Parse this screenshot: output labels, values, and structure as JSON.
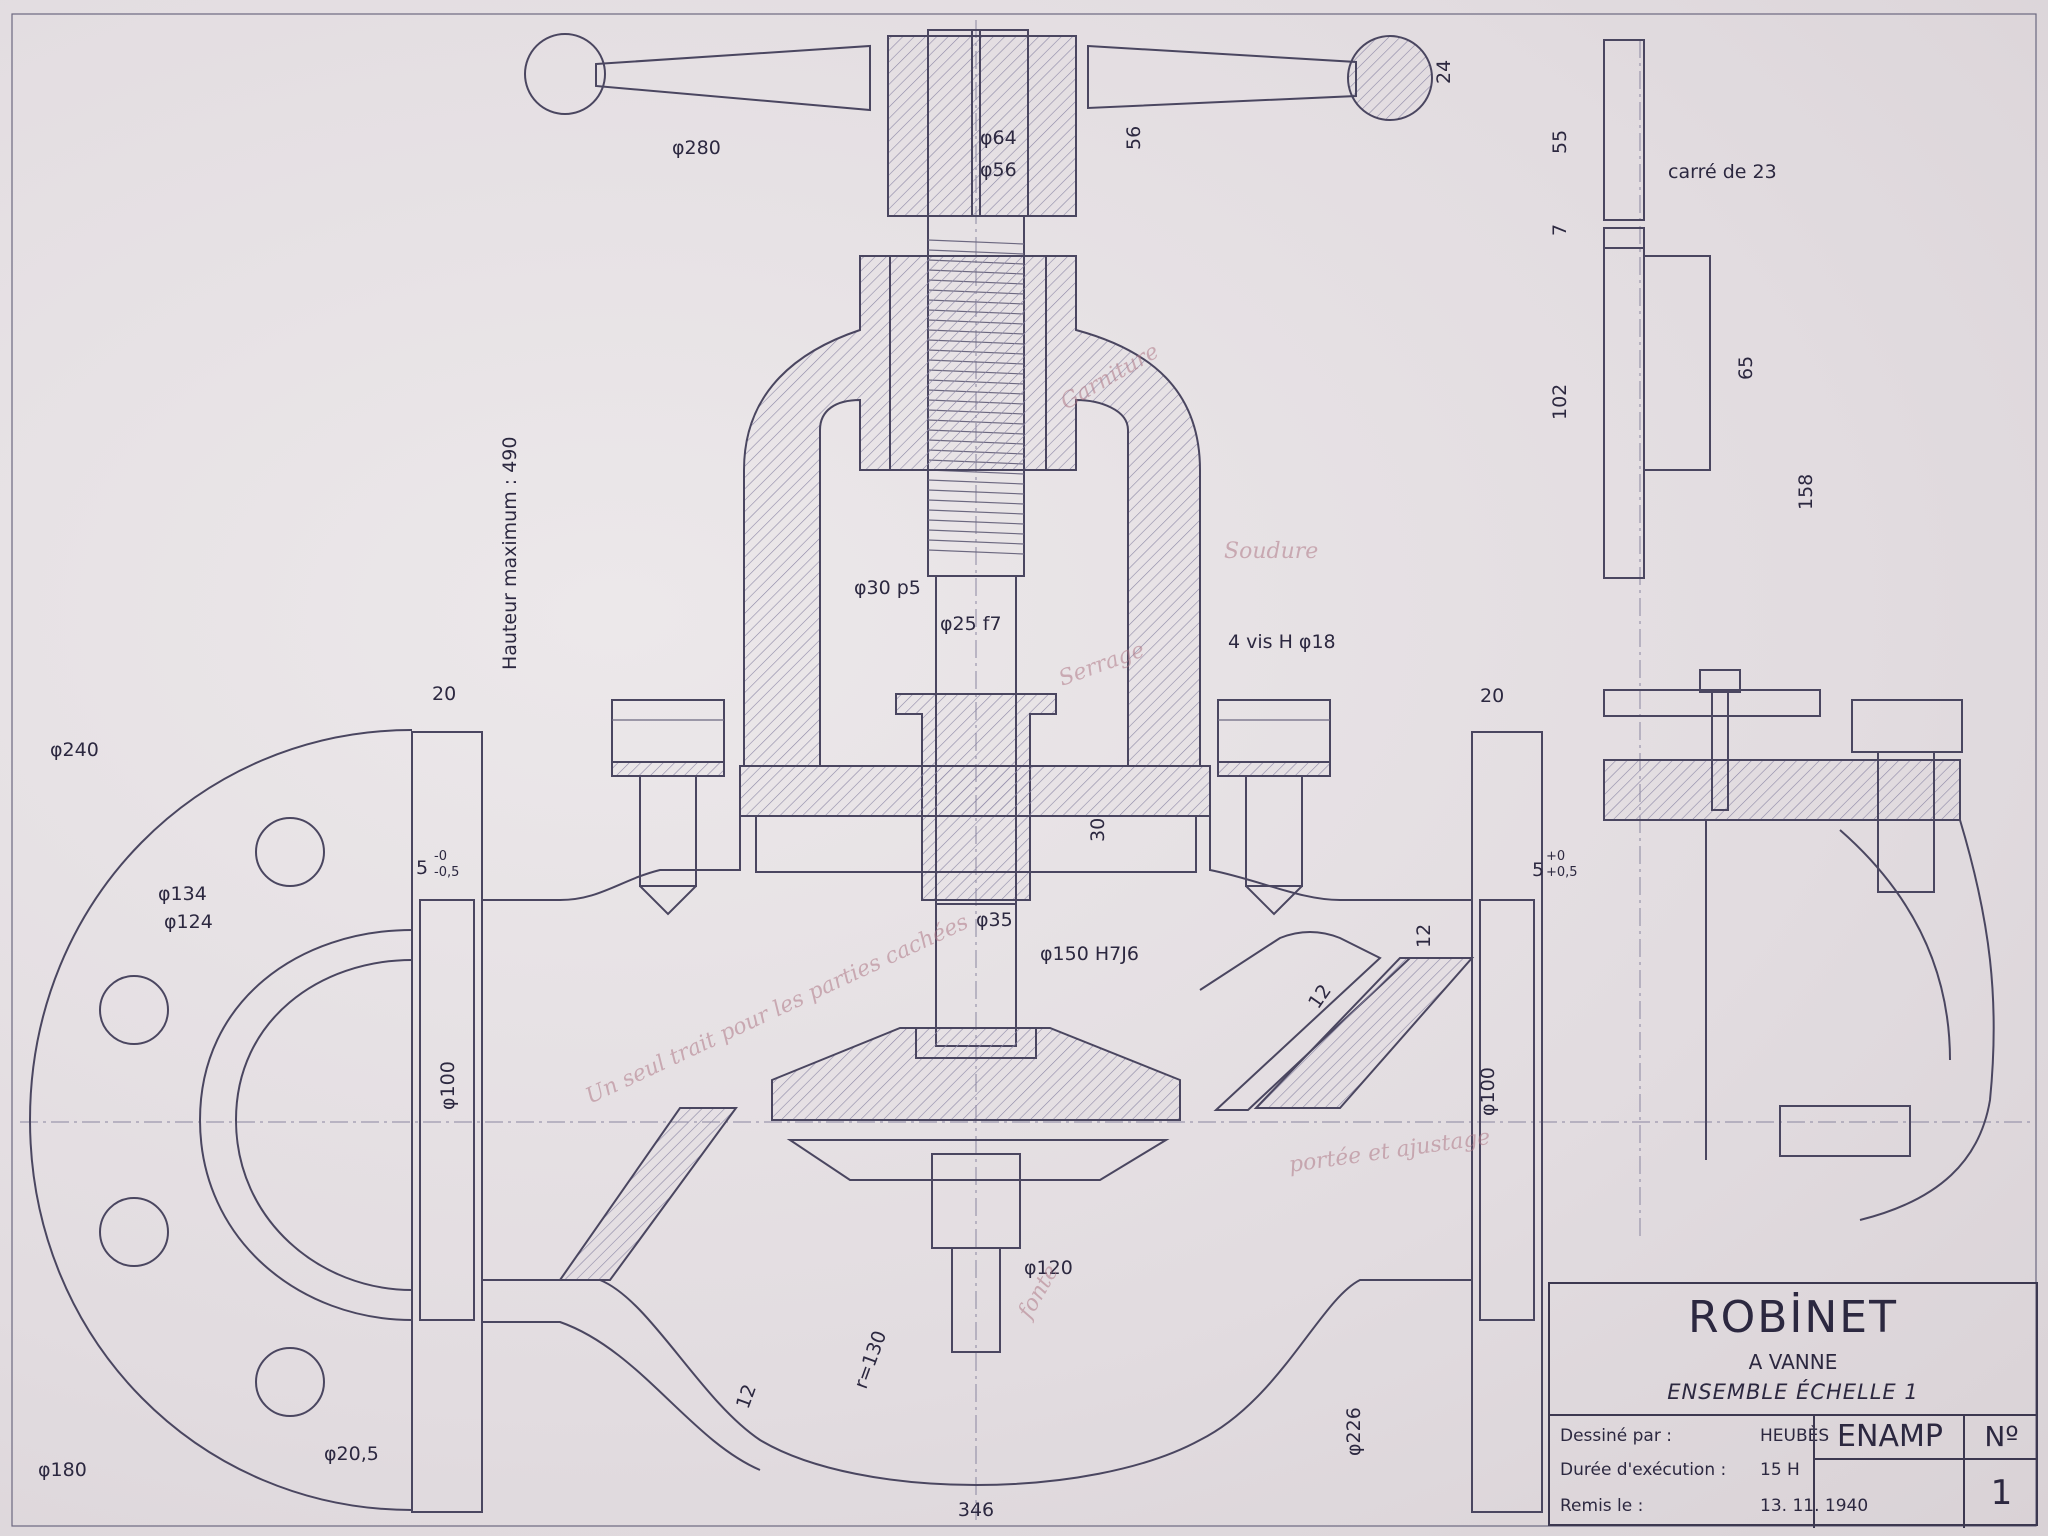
{
  "title_block": {
    "title": "ROBİNET",
    "subtitle": "A VANNE",
    "scale_line": "ENSEMBLE ÉCHELLE 1",
    "drawn_by_label": "Dessiné par :",
    "drawn_by_value": "HEUBÈS",
    "duration_label": "Durée d'exécution :",
    "duration_value": "15 H",
    "delivered_label": "Remis le :",
    "delivered_value": "13. 11. 1940",
    "school": "ENAMP",
    "number_label": "Nº",
    "number_value": "1"
  },
  "dimensions": {
    "d280": "φ280",
    "d64": "φ64",
    "d56": "φ56",
    "h56": "56",
    "h24": "24",
    "h55": "55",
    "square": "carré de 23",
    "h7": "7",
    "h65": "65",
    "h102": "102",
    "h158": "158",
    "max_height": "Hauteur maximum : 490",
    "d30": "φ30 p5",
    "d25": "φ25 f7",
    "screws": "4 vis H  φ18",
    "w20_left": "20",
    "w20_right": "20",
    "d240": "φ240",
    "d134": "φ134",
    "d124": "φ124",
    "tol_left": "5",
    "tol_left_sup": "-0",
    "tol_left_inf": "-0,5",
    "tol_right": "5",
    "tol_right_sup": "+0",
    "tol_right_inf": "+0,5",
    "h30": "30",
    "d35": "φ35",
    "d150": "φ150  H7J6",
    "t12_a": "12",
    "t12_b": "12",
    "t12_c": "12",
    "d100_left": "φ100",
    "d100_right": "φ100",
    "d120": "φ120",
    "r130": "r=130",
    "d226": "φ226",
    "d180": "φ180",
    "d20_5": "φ20,5",
    "w346": "346"
  },
  "pencil_notes": {
    "note_a": "Soudure",
    "note_b": "Serrage",
    "note_c": "Garniture",
    "note_d": "fonte",
    "note_e": "portée et ajustage",
    "note_f": "Un seul trait pour les parties cachées"
  },
  "colors": {
    "paper": "#e4dfe3",
    "ink": "#4a4660",
    "pencil": "#b07a88"
  }
}
